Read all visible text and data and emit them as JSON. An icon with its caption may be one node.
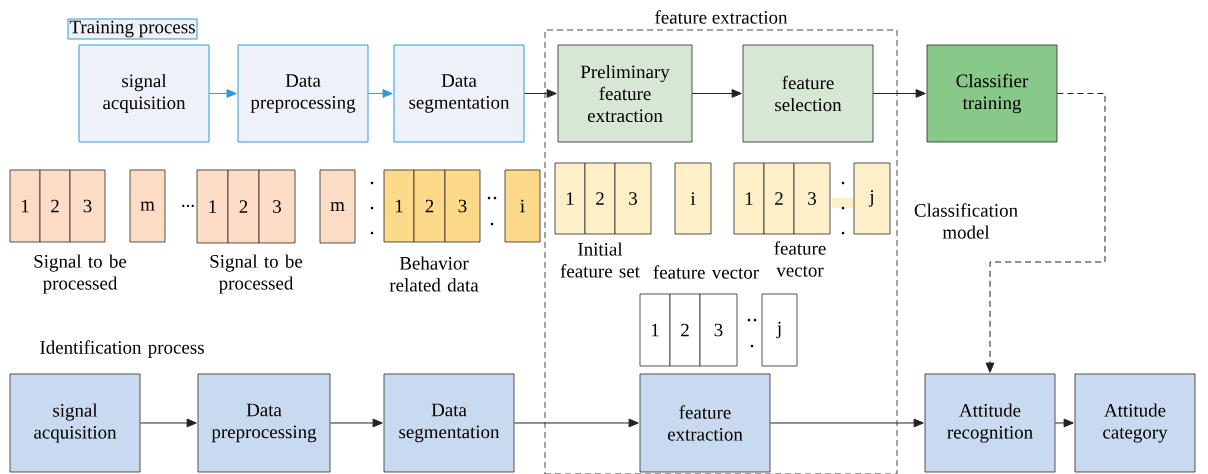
{
  "diagram": {
    "nodes": [
      {
        "text": [
          "Training process"
        ]
      },
      {
        "text": [
          "signal acquisition"
        ]
      },
      {
        "text": [
          "Data preprocessing"
        ]
      },
      {
        "text": [
          "Data segmentation"
        ]
      },
      {
        "text": [
          "feature extraction"
        ]
      },
      {
        "text": [
          "Preliminary feature extraction"
        ],
        "in": 4
      },
      {
        "text": [
          "feature selection"
        ],
        "in": 4
      },
      {
        "text": [
          "Classifier training"
        ]
      },
      {
        "text": [
          "1"
        ]
      },
      {
        "text": [
          "2"
        ]
      },
      {
        "text": [
          "3"
        ]
      },
      {
        "text": [
          "m"
        ]
      },
      {
        "text": [
          "1"
        ]
      },
      {
        "text": [
          "2"
        ]
      },
      {
        "text": [
          "3"
        ]
      },
      {
        "text": [
          "m"
        ]
      },
      {
        "text": [
          "1"
        ]
      },
      {
        "text": [
          "2"
        ]
      },
      {
        "text": [
          "3"
        ]
      },
      {
        "text": [
          "i"
        ]
      },
      {
        "text": [
          "1"
        ],
        "in": 4
      },
      {
        "text": [
          "2"
        ],
        "in": 4
      },
      {
        "text": [
          "3"
        ],
        "in": 4
      },
      {
        "text": [
          "i"
        ],
        "in": 4
      },
      {
        "text": [
          "1"
        ],
        "in": 4
      },
      {
        "text": [
          "2"
        ],
        "in": 4
      },
      {
        "text": [
          "3"
        ],
        "in": 4
      },
      {
        "text": [
          "j"
        ],
        "in": 4
      },
      {
        "text": [
          "1"
        ],
        "in": 4
      },
      {
        "text": [
          "2"
        ],
        "in": 4
      },
      {
        "text": [
          "3"
        ],
        "in": 4
      },
      {
        "text": [
          "j"
        ],
        "in": 4
      },
      {
        "text": [
          "signal acquisition"
        ]
      },
      {
        "text": [
          "Data preprocessing"
        ]
      },
      {
        "text": [
          "Data segmentation"
        ]
      },
      {
        "text": [
          "feature extraction"
        ],
        "in": 4
      },
      {
        "text": [
          "Attitude recognition"
        ]
      },
      {
        "text": [
          "Attitude category"
        ]
      }
    ],
    "edges": [
      {
        "from": 1,
        "to": 2,
        "arrow": "to",
        "color": "#2e9bd6"
      },
      {
        "from": 2,
        "to": 3,
        "arrow": "to",
        "color": "#2e9bd6"
      },
      {
        "from": 3,
        "to": 5,
        "arrow": "to"
      },
      {
        "from": 5,
        "to": 6,
        "arrow": "to"
      },
      {
        "from": 6,
        "to": 7,
        "arrow": "to"
      },
      {
        "from": 7,
        "to": 36,
        "arrow": "to",
        "style": "dashed"
      },
      {
        "from": 32,
        "to": 33,
        "arrow": "to"
      },
      {
        "from": 33,
        "to": 34,
        "arrow": "to"
      },
      {
        "from": 34,
        "to": 35,
        "arrow": "to"
      },
      {
        "from": 35,
        "to": 36,
        "arrow": "to"
      },
      {
        "from": 36,
        "to": 37,
        "arrow": "to"
      }
    ],
    "labels": [
      "...",
      "Signal to be processed",
      "Signal to be processed",
      "Behavior related data",
      "Classification model",
      "Initial feature set",
      "feature vector",
      "feature vector",
      "Identification process"
    ]
  }
}
